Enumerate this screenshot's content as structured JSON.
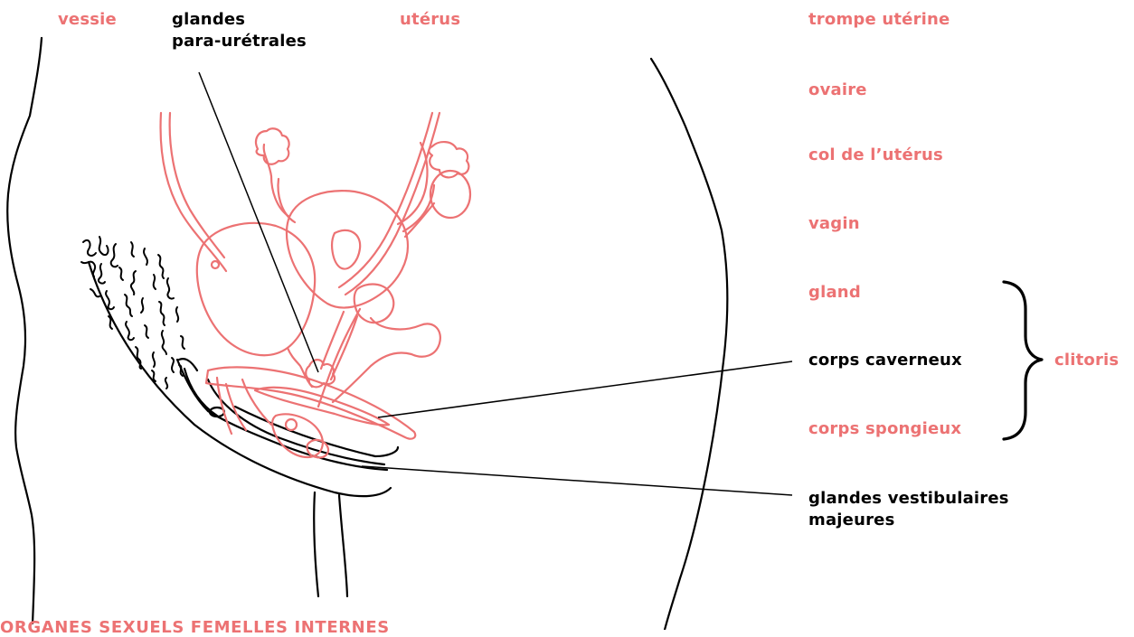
{
  "colors": {
    "accent": "#ec7273",
    "text": "#000000",
    "background": "#ffffff"
  },
  "labels": {
    "vessie": "vessie",
    "glandes_para_line1": "glandes",
    "glandes_para_line2": "para-urétrales",
    "uterus": "utérus",
    "trompe": "trompe utérine",
    "ovaire": "ovaire",
    "col": "col de l’utérus",
    "vagin": "vagin",
    "gland": "gland",
    "corps_caverneux": "corps caverneux",
    "corps_spongieux": "corps spongieux",
    "clitoris": "clitoris",
    "glandes_vest_line1": "glandes vestibulaires",
    "glandes_vest_line2": "majeures"
  },
  "footer": {
    "title": "ORGANES SEXUELS FEMELLES INTERNES"
  }
}
